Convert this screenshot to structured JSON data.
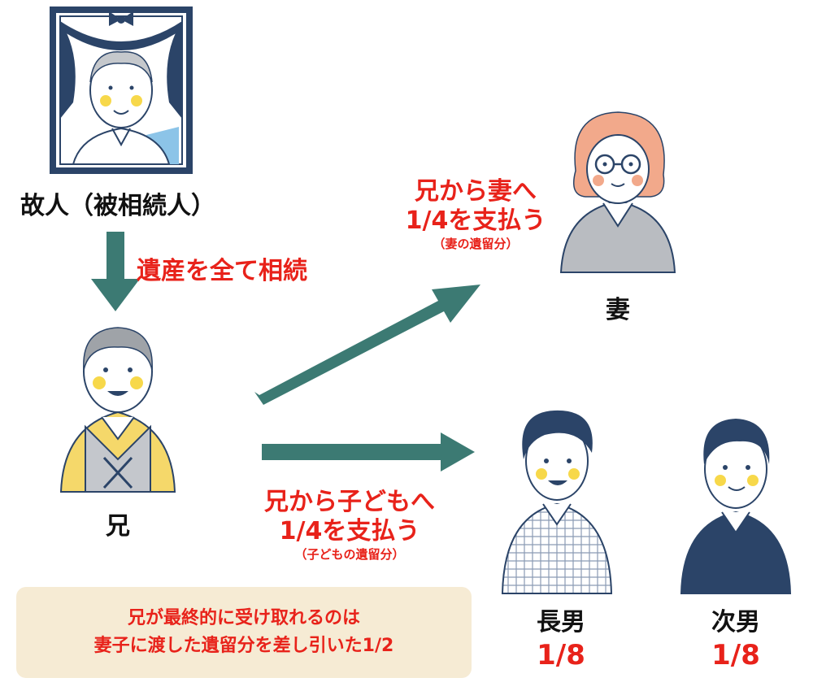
{
  "people": {
    "deceased": "故人（被相続人）",
    "brother": "兄",
    "wife": "妻",
    "eldest_son": "長男",
    "second_son": "次男"
  },
  "annotations": {
    "inherit_all": "遺産を全て相続",
    "to_wife": {
      "line1": "兄から妻へ",
      "line2": "1/4を支払う",
      "note": "（妻の遺留分）"
    },
    "to_children": {
      "line1": "兄から子どもへ",
      "line2": "1/4を支払う",
      "note": "（子どもの遺留分）"
    }
  },
  "shares": {
    "eldest_son": "1/8",
    "second_son": "1/8"
  },
  "note": {
    "line1": "兄が最終的に受け取れるのは",
    "line2": "妻子に渡した遺留分を差し引いた1/2"
  },
  "colors": {
    "arrow": "#3c7a73",
    "accent_red": "#e8221a",
    "frame": "#2b4468",
    "note_bg": "#f6ebd4"
  }
}
